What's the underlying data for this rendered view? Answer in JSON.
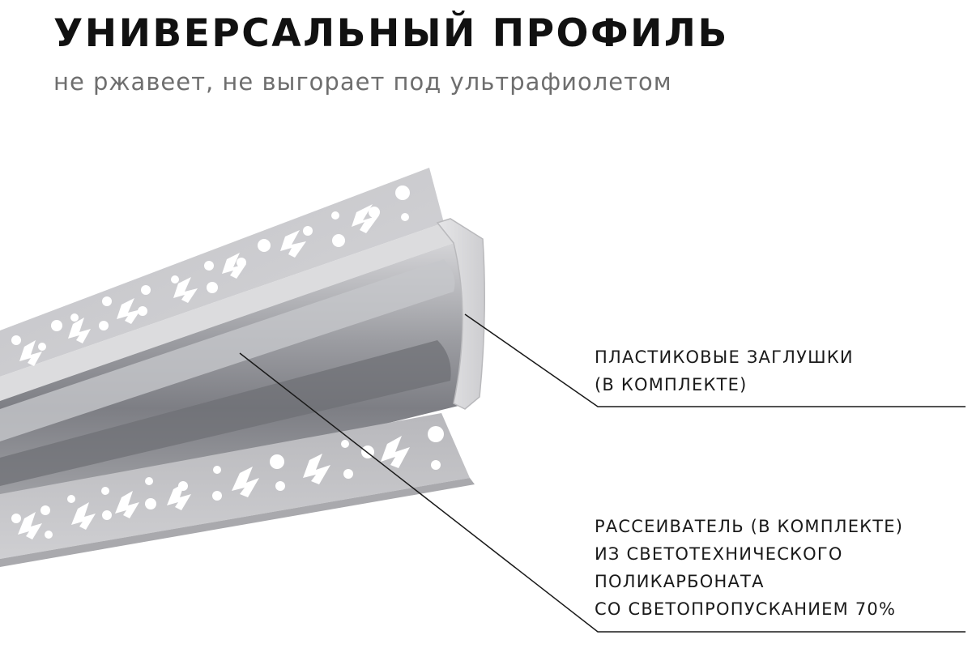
{
  "header": {
    "title": "УНИВЕРСАЛЬНЫЙ ПРОФИЛЬ",
    "subtitle": "не ржавеет, не выгорает под ультрафиолетом"
  },
  "callouts": {
    "end_caps": {
      "lines": [
        "ПЛАСТИКОВЫЕ ЗАГЛУШКИ",
        "(В КОМПЛЕКТЕ)"
      ]
    },
    "diffuser": {
      "lines": [
        "РАССЕИВАТЕЛЬ (В КОМПЛЕКТЕ)",
        "ИЗ СВЕТОТЕХНИЧЕСКОГО",
        "ПОЛИКАРБОНАТА",
        "СО СВЕТОПРОПУСКАНИЕМ 70%"
      ]
    }
  },
  "colors": {
    "title": "#111111",
    "subtitle": "#6e6e6e",
    "profile_light": "#c9c9cc",
    "profile_dark": "#7f8086",
    "hole": "#ffffff",
    "leader_line": "#1a1a1a"
  }
}
